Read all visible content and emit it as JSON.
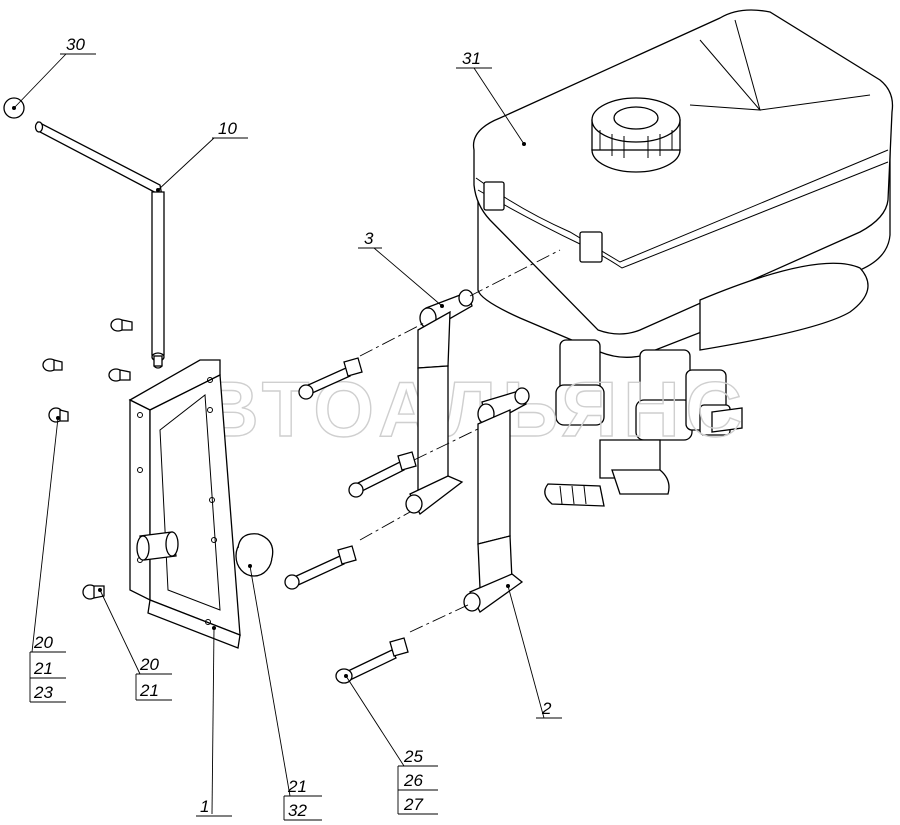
{
  "watermark": "АВТОАЛЬЯНС",
  "callouts": {
    "c30": "30",
    "c10": "10",
    "c31": "31",
    "c3": "3",
    "c20_21_23": [
      "20",
      "21",
      "23"
    ],
    "c20_21": [
      "20",
      "21"
    ],
    "c2": "2",
    "c25_26_27": [
      "25",
      "26",
      "27"
    ],
    "c21_32": [
      "21",
      "32"
    ],
    "c1": "1"
  }
}
